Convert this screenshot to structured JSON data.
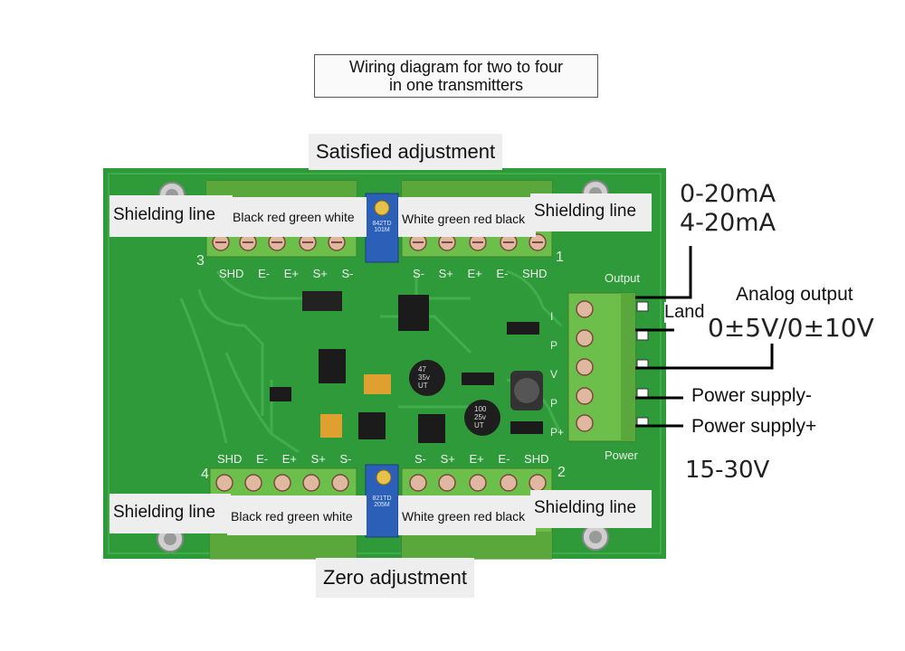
{
  "title": {
    "line1": "Wiring diagram for two to four",
    "line2": "in one transmitters"
  },
  "labels": {
    "satisfied_adjustment": "Satisfied adjustment",
    "zero_adjustment": "Zero adjustment",
    "shielding_line": "Shielding line",
    "black_red_green_white": "Black red green white",
    "white_green_red_black": "White green red black",
    "current_1": "0-20mA",
    "current_2": "4-20mA",
    "analog_output": "Analog output",
    "land": "Land",
    "voltage": "0±5V/0±10V",
    "power_minus": "Power supply-",
    "power_plus": "Power supply+",
    "power_range": "15-30V"
  },
  "board": {
    "top_left_pins": [
      "SHD",
      "E-",
      "E+",
      "S+",
      "S-"
    ],
    "top_right_pins": [
      "S-",
      "S+",
      "E+",
      "E-",
      "SHD"
    ],
    "bottom_left_pins": [
      "SHD",
      "E-",
      "E+",
      "S+",
      "S-"
    ],
    "bottom_right_pins": [
      "S-",
      "S+",
      "E+",
      "E-",
      "SHD"
    ],
    "channel_3": "3",
    "channel_1": "1",
    "channel_4": "4",
    "channel_2": "2",
    "output_label": "Output",
    "power_label": "Power",
    "out_pins": [
      "I",
      "P",
      "V",
      "P",
      "P+"
    ],
    "pot_top_text": "842TD 101M",
    "pot_bottom_text": "821TD 205M",
    "cap1": [
      "47",
      "35v",
      "UT"
    ],
    "cap2": [
      "100",
      "25v",
      "UT"
    ]
  },
  "colors": {
    "pcb": "#2f9a3a",
    "terminal_green": "#6cbf4a",
    "pot_blue": "#2b5fb8",
    "callout_bg": "#eeeeee"
  }
}
